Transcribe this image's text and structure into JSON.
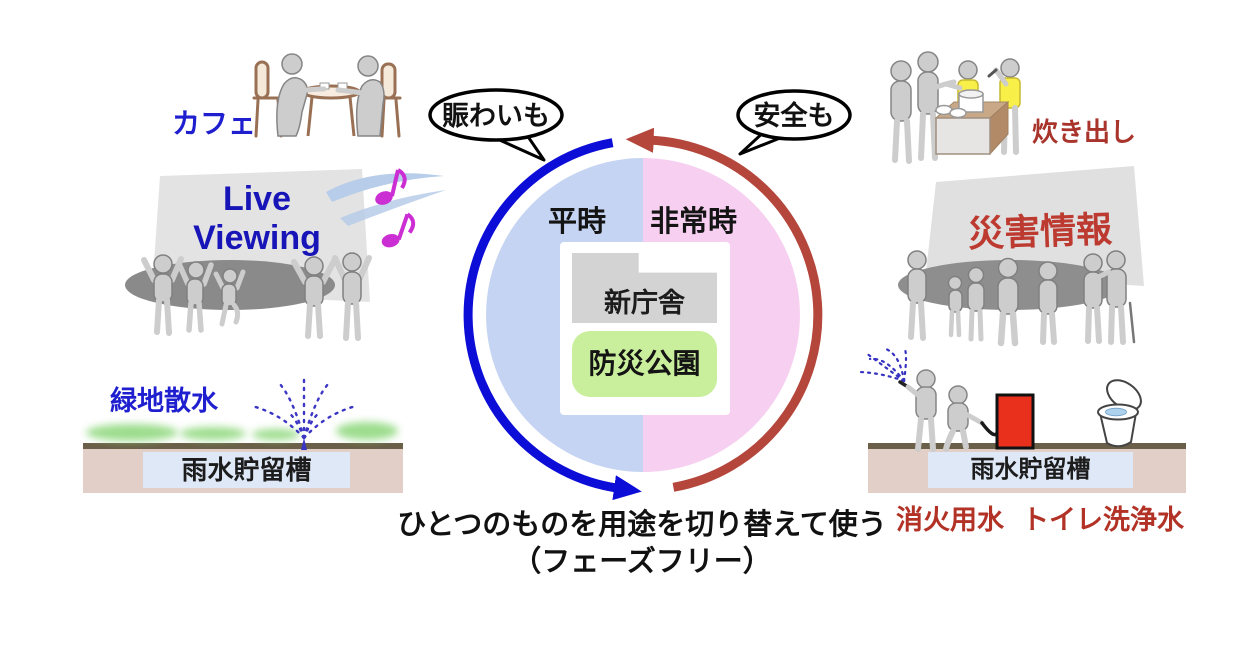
{
  "left_scene": {
    "cafe_label": "カフェ",
    "screen_line1": "Live",
    "screen_line2": "Viewing",
    "watering_label": "緑地散水",
    "tank_label": "雨水貯留槽"
  },
  "cycle": {
    "bubble_normal": "賑わいも",
    "bubble_emergency": "安全も",
    "normal_label": "平時",
    "emergency_label": "非常時",
    "building_label": "新庁舎",
    "park_label": "防災公園"
  },
  "right_scene": {
    "cooking_label": "炊き出し",
    "screen_label": "災害情報",
    "tank_label": "雨水貯留槽",
    "firewater_label": "消火用水",
    "toilet_label": "トイレ洗浄水"
  },
  "caption": {
    "line1": "ひとつのものを用途を切り替えて使う",
    "line2": "（フェーズフリー）"
  },
  "colors": {
    "normal_blue": "#0d0dd8",
    "emergency_red": "#b4463c",
    "blue_label": "#1f1fcf",
    "red_label": "#b23226",
    "circle_normal_fill": "#c5d4f2",
    "circle_emergency_fill": "#f7cff0",
    "park_green": "#c9ef9c",
    "building_gray": "#d3d3d3",
    "screen_gray": "#e3e3e3",
    "ground_tan": "#e2cfc8",
    "ground_line": "#6a5f48",
    "tank_blue": "#dfe8f6",
    "vest_yellow": "#f8ef49",
    "pump_red": "#e9301d",
    "note_magenta": "#cb2ed3",
    "people_gray": "#cdcdcd"
  },
  "icons": {
    "cafe": "two-people-at-round-table",
    "music_notes": "eighth-notes-with-swoosh",
    "cheering_crowd": "crowd-with-raised-arms",
    "sprinkler": "dashed-water-spray",
    "cooking": "servers-with-pot-at-counter",
    "standing_crowd": "crowd-watching-screen",
    "firefighters": "people-spraying-hose",
    "pump": "red-standpipe-box",
    "toilet": "toilet-with-open-lid"
  }
}
